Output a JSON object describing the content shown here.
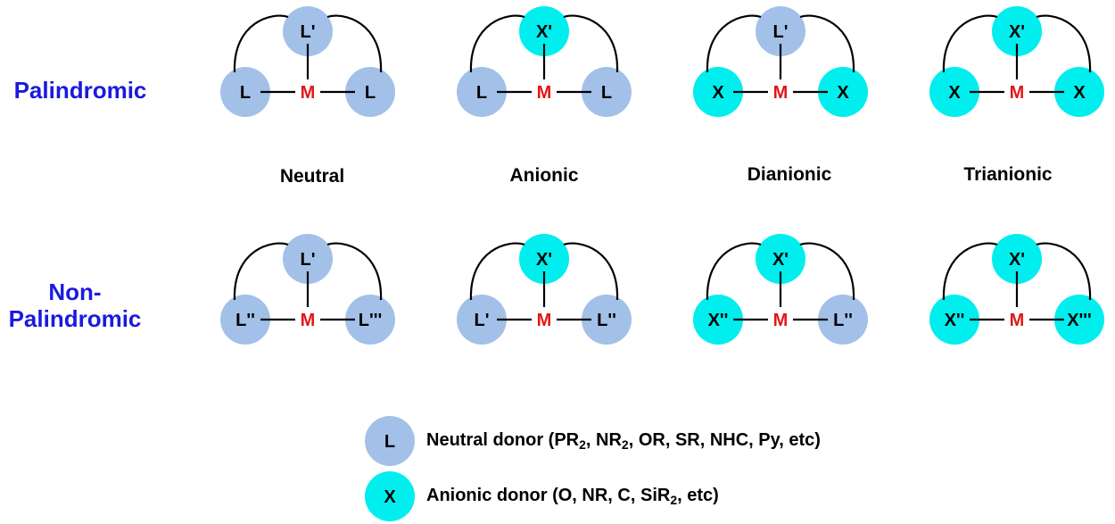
{
  "row_labels": {
    "palindromic": "Palindromic",
    "non_palindromic_line1": "Non-",
    "non_palindromic_line2": "Palindromic"
  },
  "column_labels": [
    "Neutral",
    "Anionic",
    "Dianionic",
    "Trianionic"
  ],
  "colors": {
    "neutral_donor": "#a3c1e8",
    "anionic_donor": "#00eeee",
    "metal": "#e01818",
    "row_label": "#1a1adf",
    "bond": "#000000"
  },
  "metal_label": "M",
  "complexes": [
    {
      "row": "palindromic",
      "column": "Neutral",
      "top": {
        "label": "L'",
        "type": "neutral"
      },
      "left": {
        "label": "L",
        "type": "neutral"
      },
      "right": {
        "label": "L",
        "type": "neutral"
      }
    },
    {
      "row": "palindromic",
      "column": "Anionic",
      "top": {
        "label": "X'",
        "type": "anionic"
      },
      "left": {
        "label": "L",
        "type": "neutral"
      },
      "right": {
        "label": "L",
        "type": "neutral"
      }
    },
    {
      "row": "palindromic",
      "column": "Dianionic",
      "top": {
        "label": "L'",
        "type": "neutral"
      },
      "left": {
        "label": "X",
        "type": "anionic"
      },
      "right": {
        "label": "X",
        "type": "anionic"
      }
    },
    {
      "row": "palindromic",
      "column": "Trianionic",
      "top": {
        "label": "X'",
        "type": "anionic"
      },
      "left": {
        "label": "X",
        "type": "anionic"
      },
      "right": {
        "label": "X",
        "type": "anionic"
      }
    },
    {
      "row": "non-palindromic",
      "column": "Neutral",
      "top": {
        "label": "L'",
        "type": "neutral"
      },
      "left": {
        "label": "L''",
        "type": "neutral"
      },
      "right": {
        "label": "L'''",
        "type": "neutral"
      }
    },
    {
      "row": "non-palindromic",
      "column": "Anionic",
      "top": {
        "label": "X'",
        "type": "anionic"
      },
      "left": {
        "label": "L'",
        "type": "neutral"
      },
      "right": {
        "label": "L''",
        "type": "neutral"
      }
    },
    {
      "row": "non-palindromic",
      "column": "Dianionic",
      "top": {
        "label": "X'",
        "type": "anionic"
      },
      "left": {
        "label": "X''",
        "type": "anionic"
      },
      "right": {
        "label": "L''",
        "type": "neutral"
      }
    },
    {
      "row": "non-palindromic",
      "column": "Trianionic",
      "top": {
        "label": "X'",
        "type": "anionic"
      },
      "left": {
        "label": "X''",
        "type": "anionic"
      },
      "right": {
        "label": "X'''",
        "type": "anionic"
      }
    }
  ],
  "legend": [
    {
      "symbol": "L",
      "type": "neutral",
      "text_before": "Neutral donor (PR",
      "parts": [
        {
          "t": "Neutral donor (PR"
        },
        {
          "t": "2",
          "sub": true
        },
        {
          "t": ", NR"
        },
        {
          "t": "2",
          "sub": true
        },
        {
          "t": ", OR, SR, NHC, Py, etc)"
        }
      ]
    },
    {
      "symbol": "X",
      "type": "anionic",
      "parts": [
        {
          "t": "Anionic donor (O, NR, C, SiR"
        },
        {
          "t": "2",
          "sub": true
        },
        {
          "t": ", etc)"
        }
      ]
    }
  ]
}
